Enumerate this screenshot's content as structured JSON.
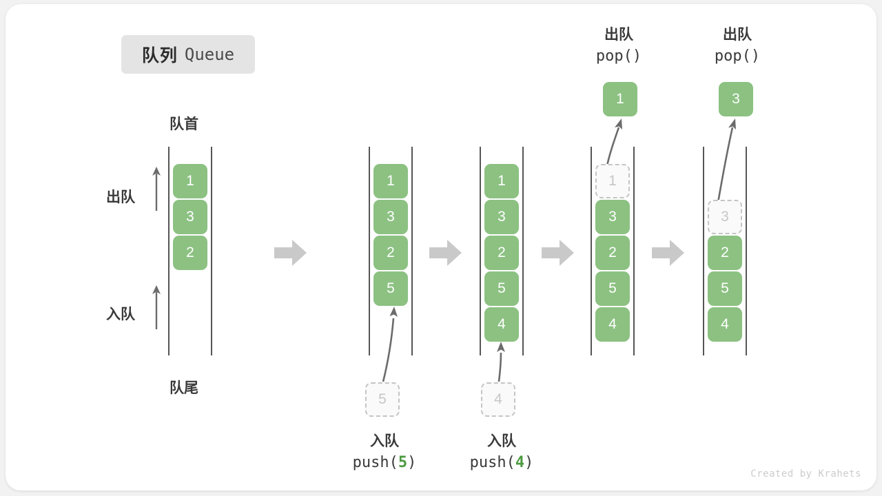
{
  "title": {
    "cn": "队列",
    "en": "Queue"
  },
  "labels": {
    "head": "队首",
    "tail": "队尾",
    "dequeue": "出队",
    "enqueue": "入队"
  },
  "credit": "Created by Krahets",
  "colors": {
    "element": "#8cc182",
    "element_text": "#ffffff",
    "ghost_border": "#c4c4c4",
    "ghost_text": "#c6c6c6",
    "rail": "#555555",
    "arrow": "#6b6b6b",
    "step_arrow": "#c9c9c9",
    "badge_bg": "#e4e4e4",
    "text": "#3a3a3a",
    "accent_arg": "#4d9a41"
  },
  "operations": {
    "push5": {
      "cn": "入队",
      "fn_open": "push(",
      "arg": "5",
      "fn_close": ")"
    },
    "push4": {
      "cn": "入队",
      "fn_open": "push(",
      "arg": "4",
      "fn_close": ")"
    },
    "pop1": {
      "cn": "出队",
      "fn_open": "pop(",
      "arg": "",
      "fn_close": ")"
    },
    "pop2": {
      "cn": "出队",
      "fn_open": "pop(",
      "arg": "",
      "fn_close": ")"
    }
  },
  "columns": [
    {
      "id": "initial",
      "cells": [
        {
          "value": "1",
          "state": "filled"
        },
        {
          "value": "3",
          "state": "filled"
        },
        {
          "value": "2",
          "state": "filled"
        }
      ]
    },
    {
      "id": "after-push-5",
      "cells": [
        {
          "value": "1",
          "state": "filled"
        },
        {
          "value": "3",
          "state": "filled"
        },
        {
          "value": "2",
          "state": "filled"
        },
        {
          "value": "5",
          "state": "filled"
        }
      ],
      "incoming": {
        "value": "5",
        "state": "ghost"
      }
    },
    {
      "id": "after-push-4",
      "cells": [
        {
          "value": "1",
          "state": "filled"
        },
        {
          "value": "3",
          "state": "filled"
        },
        {
          "value": "2",
          "state": "filled"
        },
        {
          "value": "5",
          "state": "filled"
        },
        {
          "value": "4",
          "state": "filled"
        }
      ],
      "incoming": {
        "value": "4",
        "state": "ghost"
      }
    },
    {
      "id": "after-pop-1",
      "cells": [
        {
          "value": "1",
          "state": "ghost"
        },
        {
          "value": "3",
          "state": "filled"
        },
        {
          "value": "2",
          "state": "filled"
        },
        {
          "value": "5",
          "state": "filled"
        },
        {
          "value": "4",
          "state": "filled"
        }
      ],
      "outgoing": {
        "value": "1",
        "state": "filled"
      }
    },
    {
      "id": "after-pop-3",
      "cells": [
        {
          "value": "",
          "state": "empty"
        },
        {
          "value": "3",
          "state": "ghost"
        },
        {
          "value": "2",
          "state": "filled"
        },
        {
          "value": "5",
          "state": "filled"
        },
        {
          "value": "4",
          "state": "filled"
        }
      ],
      "outgoing": {
        "value": "3",
        "state": "filled"
      }
    }
  ]
}
